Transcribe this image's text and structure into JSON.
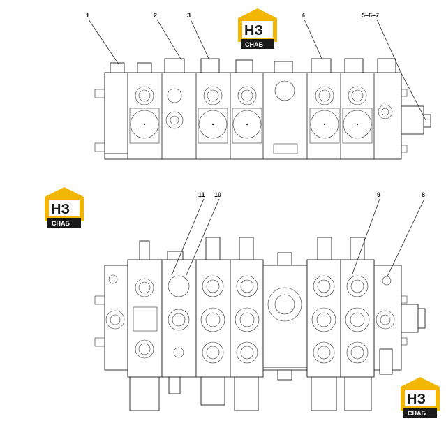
{
  "logo": {
    "main": "НЗ",
    "sub": "СНАБ",
    "accent": "#f2b705",
    "dark": "#1a1a1a"
  },
  "top_view": {
    "callouts": [
      "1",
      "2",
      "3",
      "4",
      "5–6–7"
    ]
  },
  "bottom_view": {
    "callouts": [
      "11",
      "10",
      "9",
      "8"
    ]
  }
}
